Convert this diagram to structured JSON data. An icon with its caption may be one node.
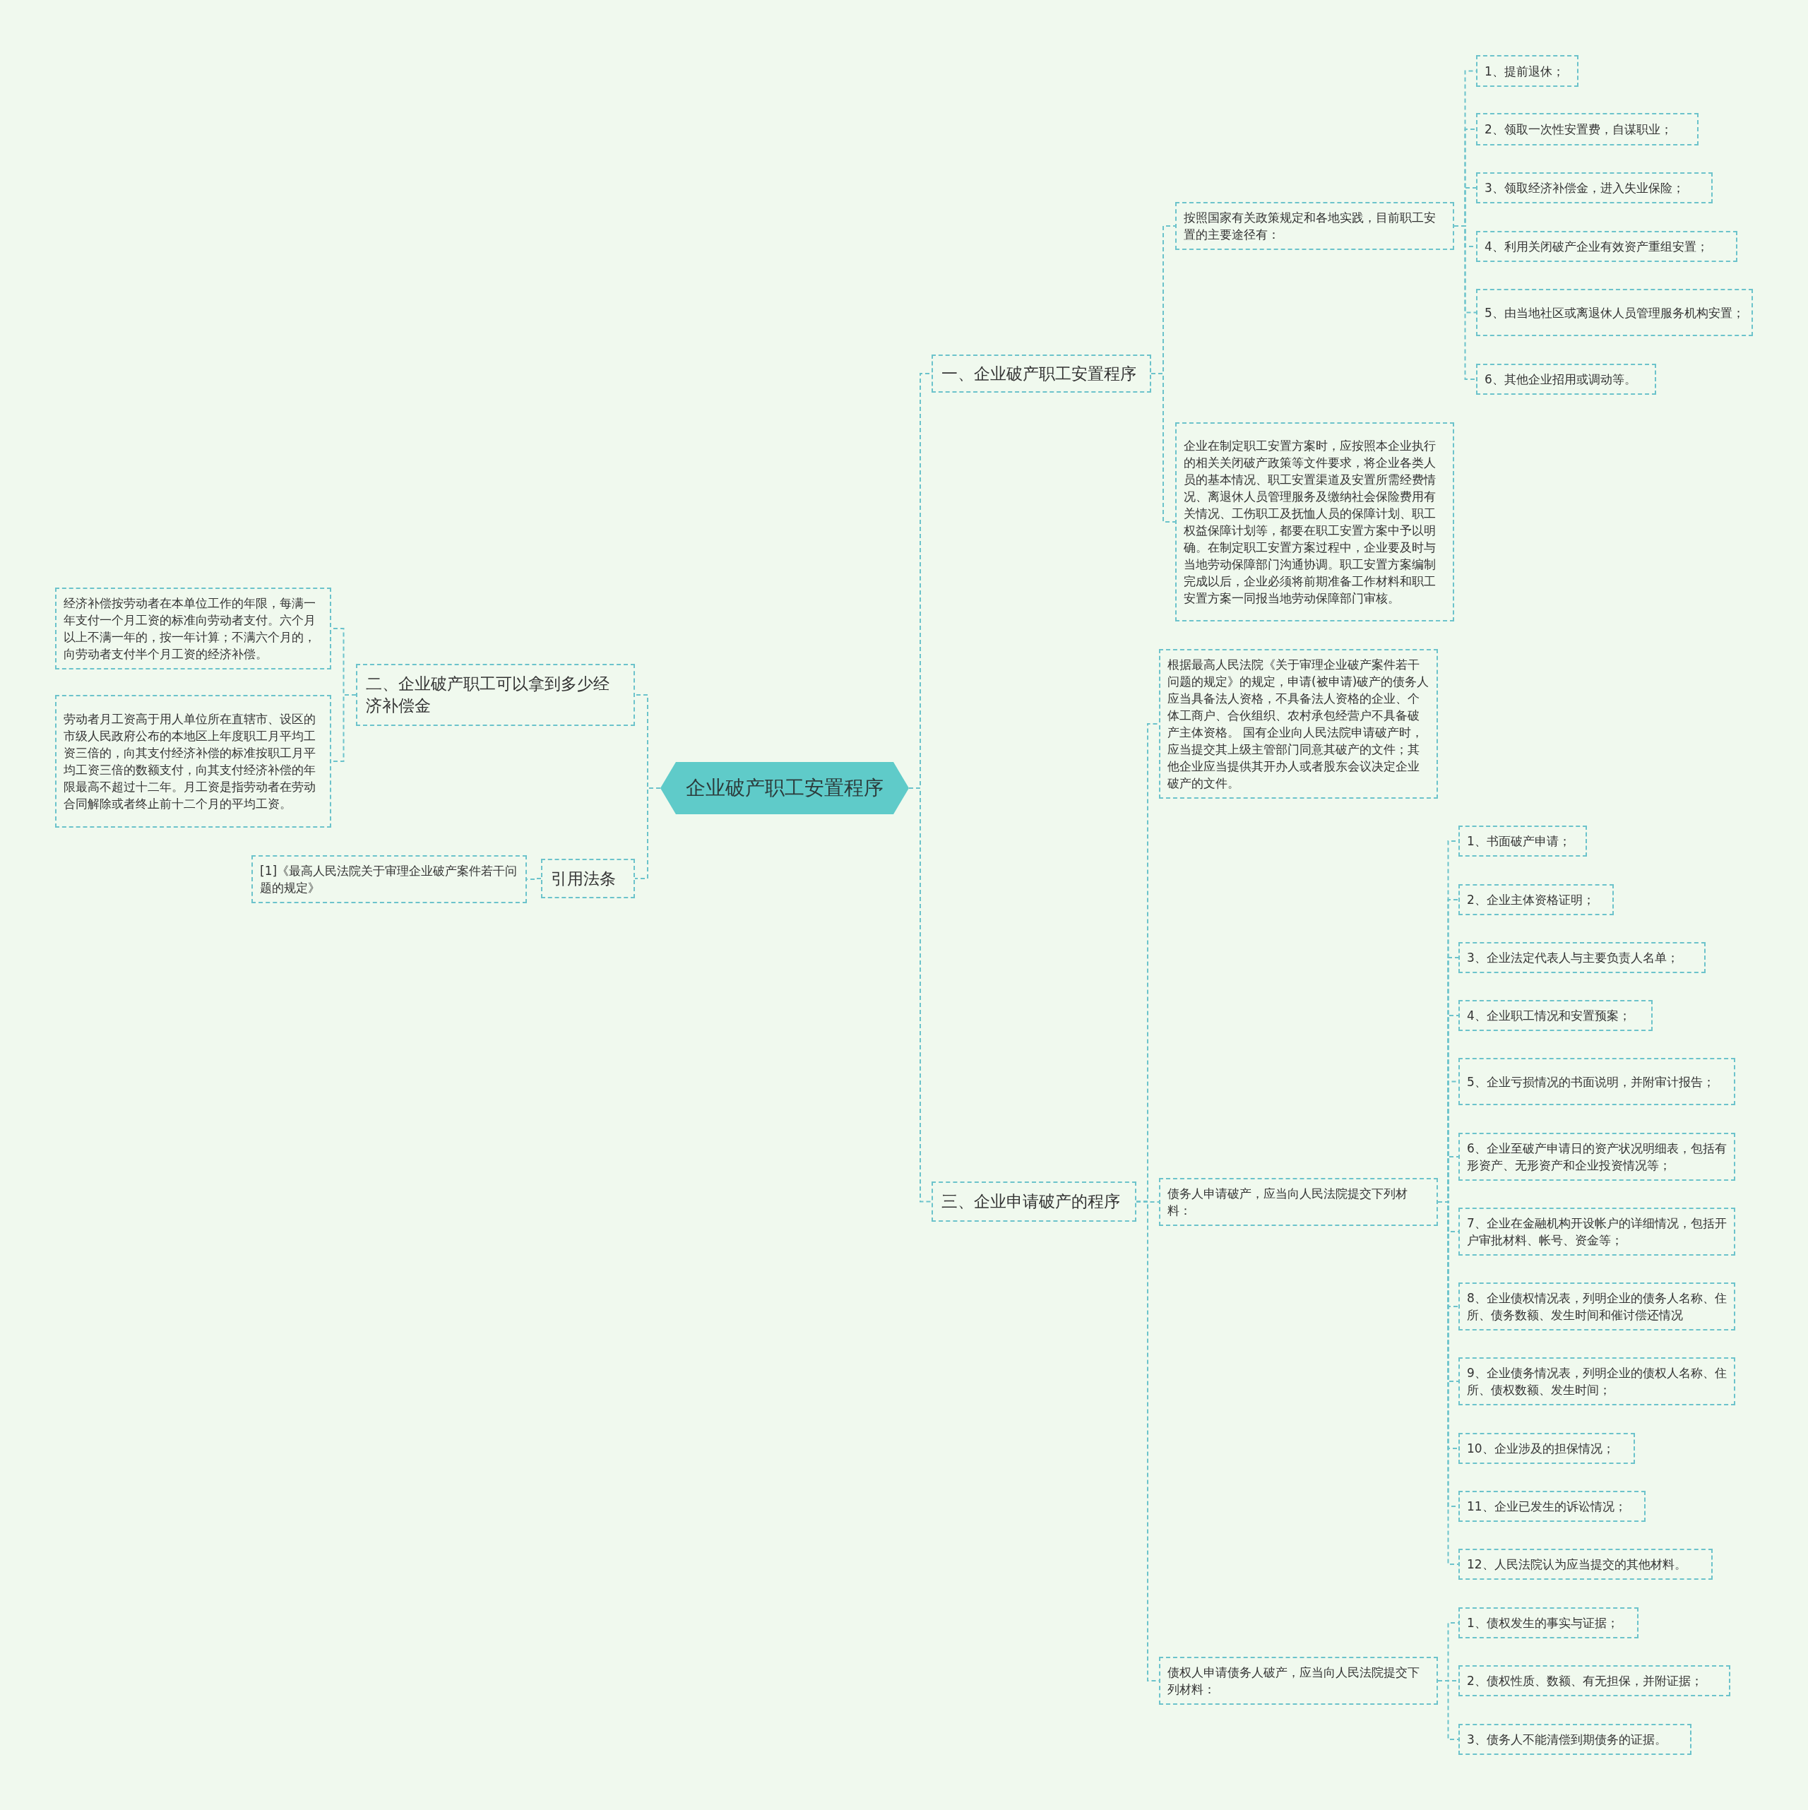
{
  "diagram": {
    "nodes": [
      {
        "text": [
          "企业破产职工安置程序"
        ]
      },
      {
        "text": [
          "一、企业破产职工安置程序"
        ]
      },
      {
        "text": [
          "按照国家有关政策规定和各地实践，目前职工安置的主要途径有："
        ]
      },
      {
        "text": [
          "1、提前退休；"
        ]
      },
      {
        "text": [
          "2、领取一次性安置费，自谋职业；"
        ]
      },
      {
        "text": [
          "3、领取经济补偿金，进入失业保险；"
        ]
      },
      {
        "text": [
          "4、利用关闭破产企业有效资产重组安置；"
        ]
      },
      {
        "text": [
          "5、由当地社区或离退休人员管理服务机构安置；"
        ]
      },
      {
        "text": [
          "6、其他企业招用或调动等。"
        ]
      },
      {
        "text": [
          "企业在制定职工安置方案时，应按照本企业执行的相关关闭破产政策等文件要求，将企业各类人员的基本情况、职工安置渠道及安置所需经费情况、离退休人员管理服务及缴纳社会保险费用有关情况、工伤职工及抚恤人员的保障计划、职工权益保障计划等，都要在职工安置方案中予以明确。在制定职工安置方案过程中，企业要及时与当地劳动保障部门沟通协调。职工安置方案编制完成以后，企业必须将前期准备工作材料和职工安置方案一同报当地劳动保障部门审核。"
        ]
      },
      {
        "text": [
          "二、企业破产职工可以拿到多少经济补偿金"
        ]
      },
      {
        "text": [
          "经济补偿按劳动者在本单位工作的年限，每满一年支付一个月工资的标准向劳动者支付。六个月以上不满一年的，按一年计算；不满六个月的，向劳动者支付半个月工资的经济补偿。"
        ]
      },
      {
        "text": [
          "劳动者月工资高于用人单位所在直辖市、设区的市级人民政府公布的本地区上年度职工月平均工资三倍的，向其支付经济补偿的标准按职工月平均工资三倍的数额支付，向其支付经济补偿的年限最高不超过十二年。月工资是指劳动者在劳动合同解除或者终止前十二个月的平均工资。"
        ]
      },
      {
        "text": [
          "引用法条"
        ]
      },
      {
        "text": [
          "[1]《最高人民法院关于审理企业破产案件若干问题的规定》"
        ]
      },
      {
        "text": [
          "三、企业申请破产的程序"
        ]
      },
      {
        "text": [
          "根据最高人民法院《关于审理企业破产案件若干问题的规定》的规定，申请(被申请)破产的债务人应当具备法人资格，不具备法人资格的企业、个体工商户、合伙组织、农村承包经营户不具备破产主体资格。 国有企业向人民法院申请破产时，应当提交其上级主管部门同意其破产的文件；其他企业应当提供其开办人或者股东会议决定企业破产的文件。"
        ]
      },
      {
        "text": [
          "债务人申请破产，应当向人民法院提交下列材料："
        ]
      },
      {
        "text": [
          "1、书面破产申请；"
        ]
      },
      {
        "text": [
          "2、企业主体资格证明；"
        ]
      },
      {
        "text": [
          "3、企业法定代表人与主要负责人名单；"
        ]
      },
      {
        "text": [
          "4、企业职工情况和安置预案；"
        ]
      },
      {
        "text": [
          "5、企业亏损情况的书面说明，并附审计报告；"
        ]
      },
      {
        "text": [
          "6、企业至破产申请日的资产状况明细表，包括有形资产、无形资产和企业投资情况等；"
        ]
      },
      {
        "text": [
          "7、企业在金融机构开设帐户的详细情况，包括开户审批材料、帐号、资金等；"
        ]
      },
      {
        "text": [
          "8、企业债权情况表，列明企业的债务人名称、住所、债务数额、发生时间和催讨偿还情况"
        ]
      },
      {
        "text": [
          "9、企业债务情况表，列明企业的债权人名称、住所、债权数额、发生时间；"
        ]
      },
      {
        "text": [
          "10、企业涉及的担保情况；"
        ]
      },
      {
        "text": [
          "11、企业已发生的诉讼情况；"
        ]
      },
      {
        "text": [
          "12、人民法院认为应当提交的其他材料。"
        ]
      },
      {
        "text": [
          "债权人申请债务人破产，应当向人民法院提交下列材料："
        ]
      },
      {
        "text": [
          "1、债权发生的事实与证据；"
        ]
      },
      {
        "text": [
          "2、债权性质、数额、有无担保，并附证据；"
        ]
      },
      {
        "text": [
          "3、债务人不能清偿到期债务的证据。"
        ]
      }
    ],
    "edges": [
      {
        "from": 0,
        "to": 1,
        "arrow": "none"
      },
      {
        "from": 1,
        "to": 2,
        "arrow": "none"
      },
      {
        "from": 2,
        "to": 3,
        "arrow": "none"
      },
      {
        "from": 2,
        "to": 4,
        "arrow": "none"
      },
      {
        "from": 2,
        "to": 5,
        "arrow": "none"
      },
      {
        "from": 2,
        "to": 6,
        "arrow": "none"
      },
      {
        "from": 2,
        "to": 7,
        "arrow": "none"
      },
      {
        "from": 2,
        "to": 8,
        "arrow": "none"
      },
      {
        "from": 1,
        "to": 9,
        "arrow": "none"
      },
      {
        "from": 0,
        "to": 10,
        "arrow": "none"
      },
      {
        "from": 10,
        "to": 11,
        "arrow": "none"
      },
      {
        "from": 10,
        "to": 12,
        "arrow": "none"
      },
      {
        "from": 0,
        "to": 13,
        "arrow": "none"
      },
      {
        "from": 13,
        "to": 14,
        "arrow": "none"
      },
      {
        "from": 0,
        "to": 15,
        "arrow": "none"
      },
      {
        "from": 15,
        "to": 16,
        "arrow": "none"
      },
      {
        "from": 15,
        "to": 17,
        "arrow": "none"
      },
      {
        "from": 17,
        "to": 18,
        "arrow": "none"
      },
      {
        "from": 17,
        "to": 19,
        "arrow": "none"
      },
      {
        "from": 17,
        "to": 20,
        "arrow": "none"
      },
      {
        "from": 17,
        "to": 21,
        "arrow": "none"
      },
      {
        "from": 17,
        "to": 22,
        "arrow": "none"
      },
      {
        "from": 17,
        "to": 23,
        "arrow": "none"
      },
      {
        "from": 17,
        "to": 24,
        "arrow": "none"
      },
      {
        "from": 17,
        "to": 25,
        "arrow": "none"
      },
      {
        "from": 17,
        "to": 26,
        "arrow": "none"
      },
      {
        "from": 17,
        "to": 27,
        "arrow": "none"
      },
      {
        "from": 17,
        "to": 28,
        "arrow": "none"
      },
      {
        "from": 17,
        "to": 29,
        "arrow": "none"
      },
      {
        "from": 15,
        "to": 30,
        "arrow": "none"
      },
      {
        "from": 30,
        "to": 31,
        "arrow": "none"
      },
      {
        "from": 30,
        "to": 32,
        "arrow": "none"
      },
      {
        "from": 30,
        "to": 33,
        "arrow": "none"
      }
    ]
  }
}
